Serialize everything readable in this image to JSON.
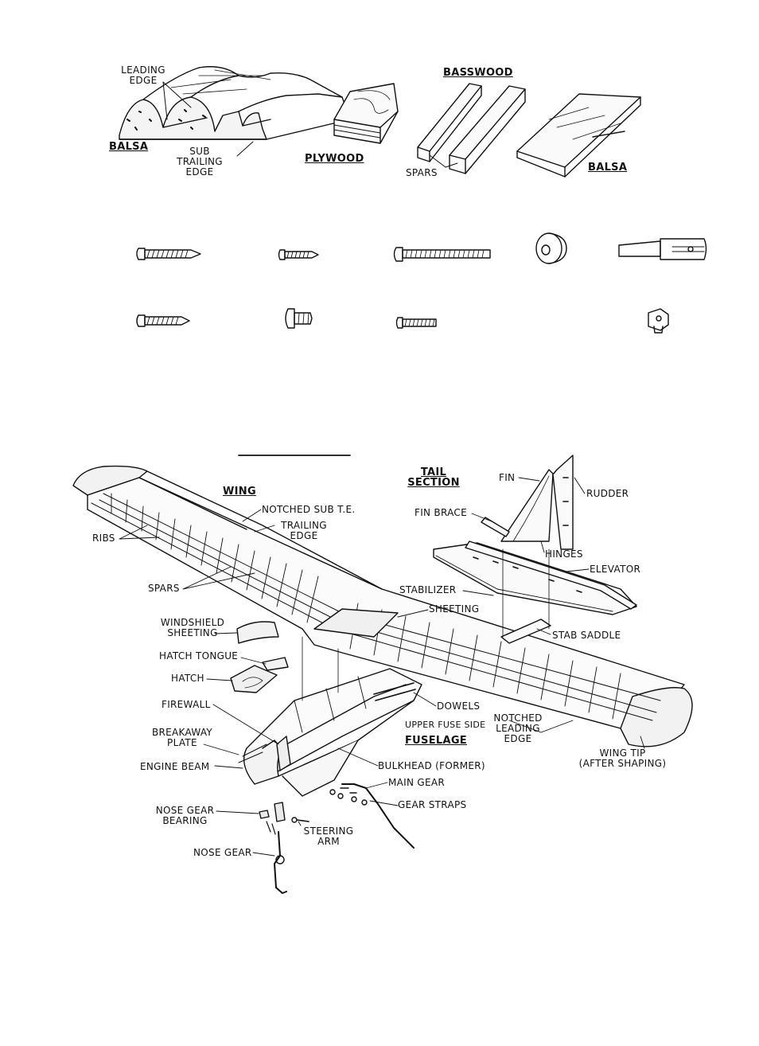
{
  "materials": {
    "leading_edge": "LEADING\nEDGE",
    "balsa_left": "BALSA",
    "sub_trailing_edge": "SUB\nTRAILING\nEDGE",
    "plywood": "PLYWOOD",
    "basswood": "BASSWOOD",
    "spars": "SPARS",
    "balsa_right": "BALSA"
  },
  "diagram": {
    "wing": "WING",
    "tail_section": "TAIL\nSECTION",
    "fuselage": "FUSELAGE",
    "labels": {
      "notched_sub_te": "NOTCHED SUB T.E.",
      "trailing_edge": "TRAILING\nEDGE",
      "ribs": "RIBS",
      "spars": "SPARS",
      "fin": "FIN",
      "rudder": "RUDDER",
      "fin_brace": "FIN  BRACE",
      "hinges": "HINGES",
      "elevator": "ELEVATOR",
      "stabilizer": "STABILIZER",
      "sheeting": "SHEETING",
      "stab_saddle": "STAB  SADDLE",
      "windshield_sheeting": "WINDSHIELD\nSHEETING",
      "hatch_tongue": "HATCH TONGUE",
      "hatch": "HATCH",
      "firewall": "FIREWALL",
      "dowels": "DOWELS",
      "upper_fuse_side": "UPPER FUSE SIDE",
      "notched_leading_edge": "NOTCHED\nLEADING\nEDGE",
      "breakaway_plate": "BREAKAWAY\nPLATE",
      "engine_beam": "ENGINE BEAM",
      "bulkhead": "BULKHEAD (FORMER)",
      "wing_tip": "WING  TIP\n(AFTER SHAPING)",
      "main_gear": "MAIN  GEAR",
      "gear_straps": "GEAR  STRAPS",
      "nose_gear_bearing": "NOSE GEAR\nBEARING",
      "steering_arm": "STEERING\nARM",
      "nose_gear": "NOSE GEAR"
    }
  }
}
